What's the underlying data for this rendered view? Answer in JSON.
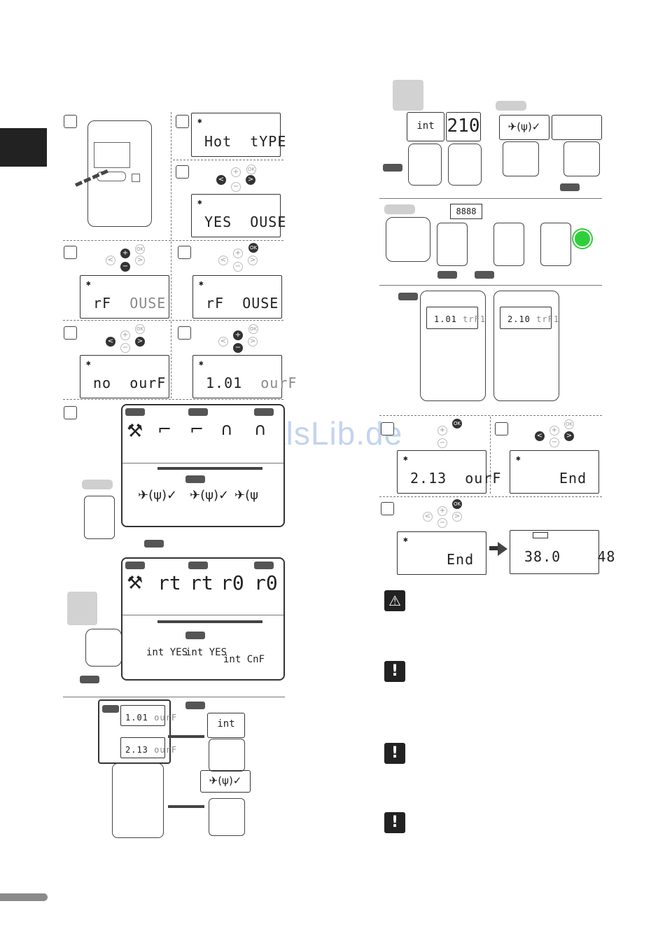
{
  "watermark": "ManualsLib.de",
  "lcd": {
    "hot_type": {
      "left": "Hot",
      "right": "tYPE"
    },
    "yes_ouse": {
      "left": "YES",
      "right": "OUSE"
    },
    "rf_ouse_a": {
      "left": "rF",
      "right": "OUSE"
    },
    "rf_ouse_b": {
      "left": "rF",
      "right": "OUSE"
    },
    "no_ourf": {
      "left": "no",
      "right": "ourF"
    },
    "t101_ourf": {
      "left": "1.01",
      "right": "ourF"
    },
    "t213_ourf": {
      "left": "2.13",
      "right": "ourF"
    },
    "end_a": "End",
    "end_b": "End",
    "ctrl_a": {
      "left": "1.01",
      "right": "trF1"
    },
    "ctrl_b": {
      "left": "2.10",
      "right": "trF1"
    },
    "home": {
      "left": "38.0",
      "right": "48"
    },
    "pad": "8888"
  },
  "thermostat": {
    "int_yes_a": "int YES",
    "int_yes_b": "int YES",
    "int_yes_c": "int YES",
    "int_cnf": "int CnF",
    "t210": "210",
    "codes": [
      "rt",
      "rt",
      "r0",
      "r0"
    ]
  },
  "buttons": {
    "plus": "+",
    "minus": "−",
    "left": "<",
    "right": ">",
    "ok": "OK"
  },
  "icons": [
    "tools-icon",
    "antenna-icon",
    "check-icon",
    "warning-icon",
    "exclamation-icon"
  ],
  "notice_marks": [
    "!",
    "!",
    "!"
  ],
  "warn_mark": "⚠"
}
